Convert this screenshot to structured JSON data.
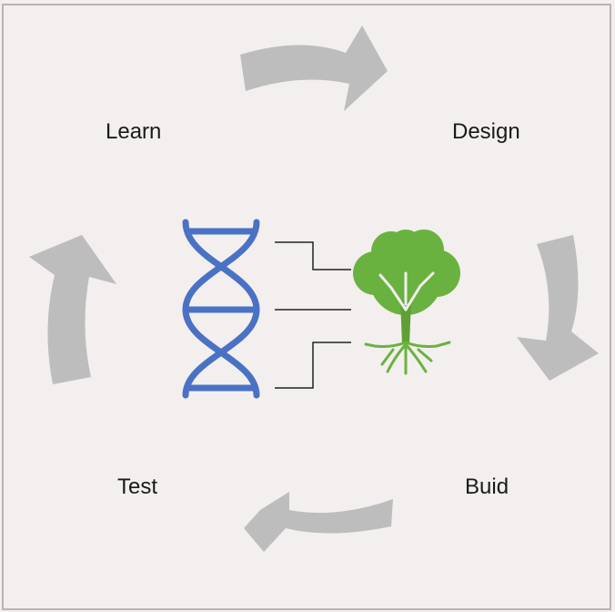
{
  "cycle": {
    "learn": "Learn",
    "design": "Design",
    "build": "Buid",
    "test": "Test"
  },
  "colors": {
    "arrow": "#bdbdbd",
    "dna": "#4a72c4",
    "tree": "#6ab23f",
    "connector": "#222222",
    "background": "#f3efee"
  }
}
